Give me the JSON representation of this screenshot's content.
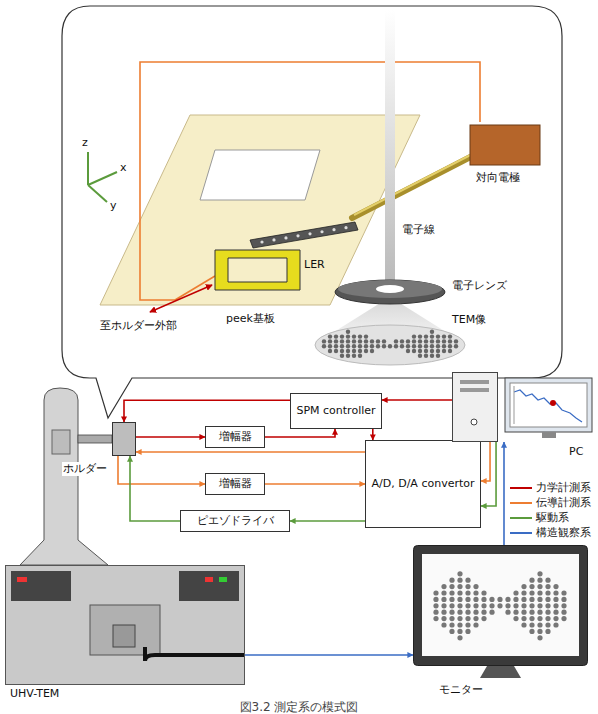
{
  "diagram": {
    "caption": "図3.2 測定系の模式図",
    "nodes": [
      {
        "text": [
          "SPM controller"
        ]
      },
      {
        "text": [
          "増幅器"
        ]
      },
      {
        "text": [
          "増幅器"
        ]
      },
      {
        "text": [
          "A/D, D/A convertor"
        ]
      },
      {
        "text": [
          "ピエゾドライバ"
        ]
      },
      {
        "text": [
          "ホルダー"
        ]
      },
      {
        "text": [
          "PC"
        ]
      },
      {
        "text": [
          "モニター"
        ]
      },
      {
        "text": [
          "UHV-TEM"
        ]
      }
    ],
    "edges": [
      {
        "from": 6,
        "to": 0,
        "arrow": "to"
      },
      {
        "from": 0,
        "to": 5,
        "arrow": "to"
      },
      {
        "from": 5,
        "to": 1,
        "arrow": "to"
      },
      {
        "from": 1,
        "to": 0,
        "arrow": "to"
      },
      {
        "from": 0,
        "to": 3,
        "arrow": "to"
      },
      {
        "from": 3,
        "to": 6,
        "arrow": "to"
      },
      {
        "from": 3,
        "to": 5,
        "arrow": "to"
      },
      {
        "from": 5,
        "to": 2,
        "arrow": "to"
      },
      {
        "from": 2,
        "to": 3,
        "arrow": "to"
      },
      {
        "from": 3,
        "to": 6,
        "arrow": "to"
      },
      {
        "from": 6,
        "to": 3,
        "arrow": "to"
      },
      {
        "from": 6,
        "to": 3,
        "arrow": "to"
      },
      {
        "from": 3,
        "to": 4,
        "arrow": "to"
      },
      {
        "from": 4,
        "to": 5,
        "arrow": "to"
      },
      {
        "from": 8,
        "to": 7,
        "arrow": "to"
      },
      {
        "from": 7,
        "to": 6,
        "arrow": "to"
      }
    ],
    "labels": [
      "z",
      "x",
      "y",
      "対向電極",
      "電子線",
      "電子レンズ",
      "TEM像",
      "LER",
      "peek基板",
      "至ホルダー外部"
    ],
    "legend": [
      {
        "text": "力学計測系"
      },
      {
        "text": "伝導計測系"
      },
      {
        "text": "駆動系"
      },
      {
        "text": "構造観察系"
      }
    ]
  }
}
